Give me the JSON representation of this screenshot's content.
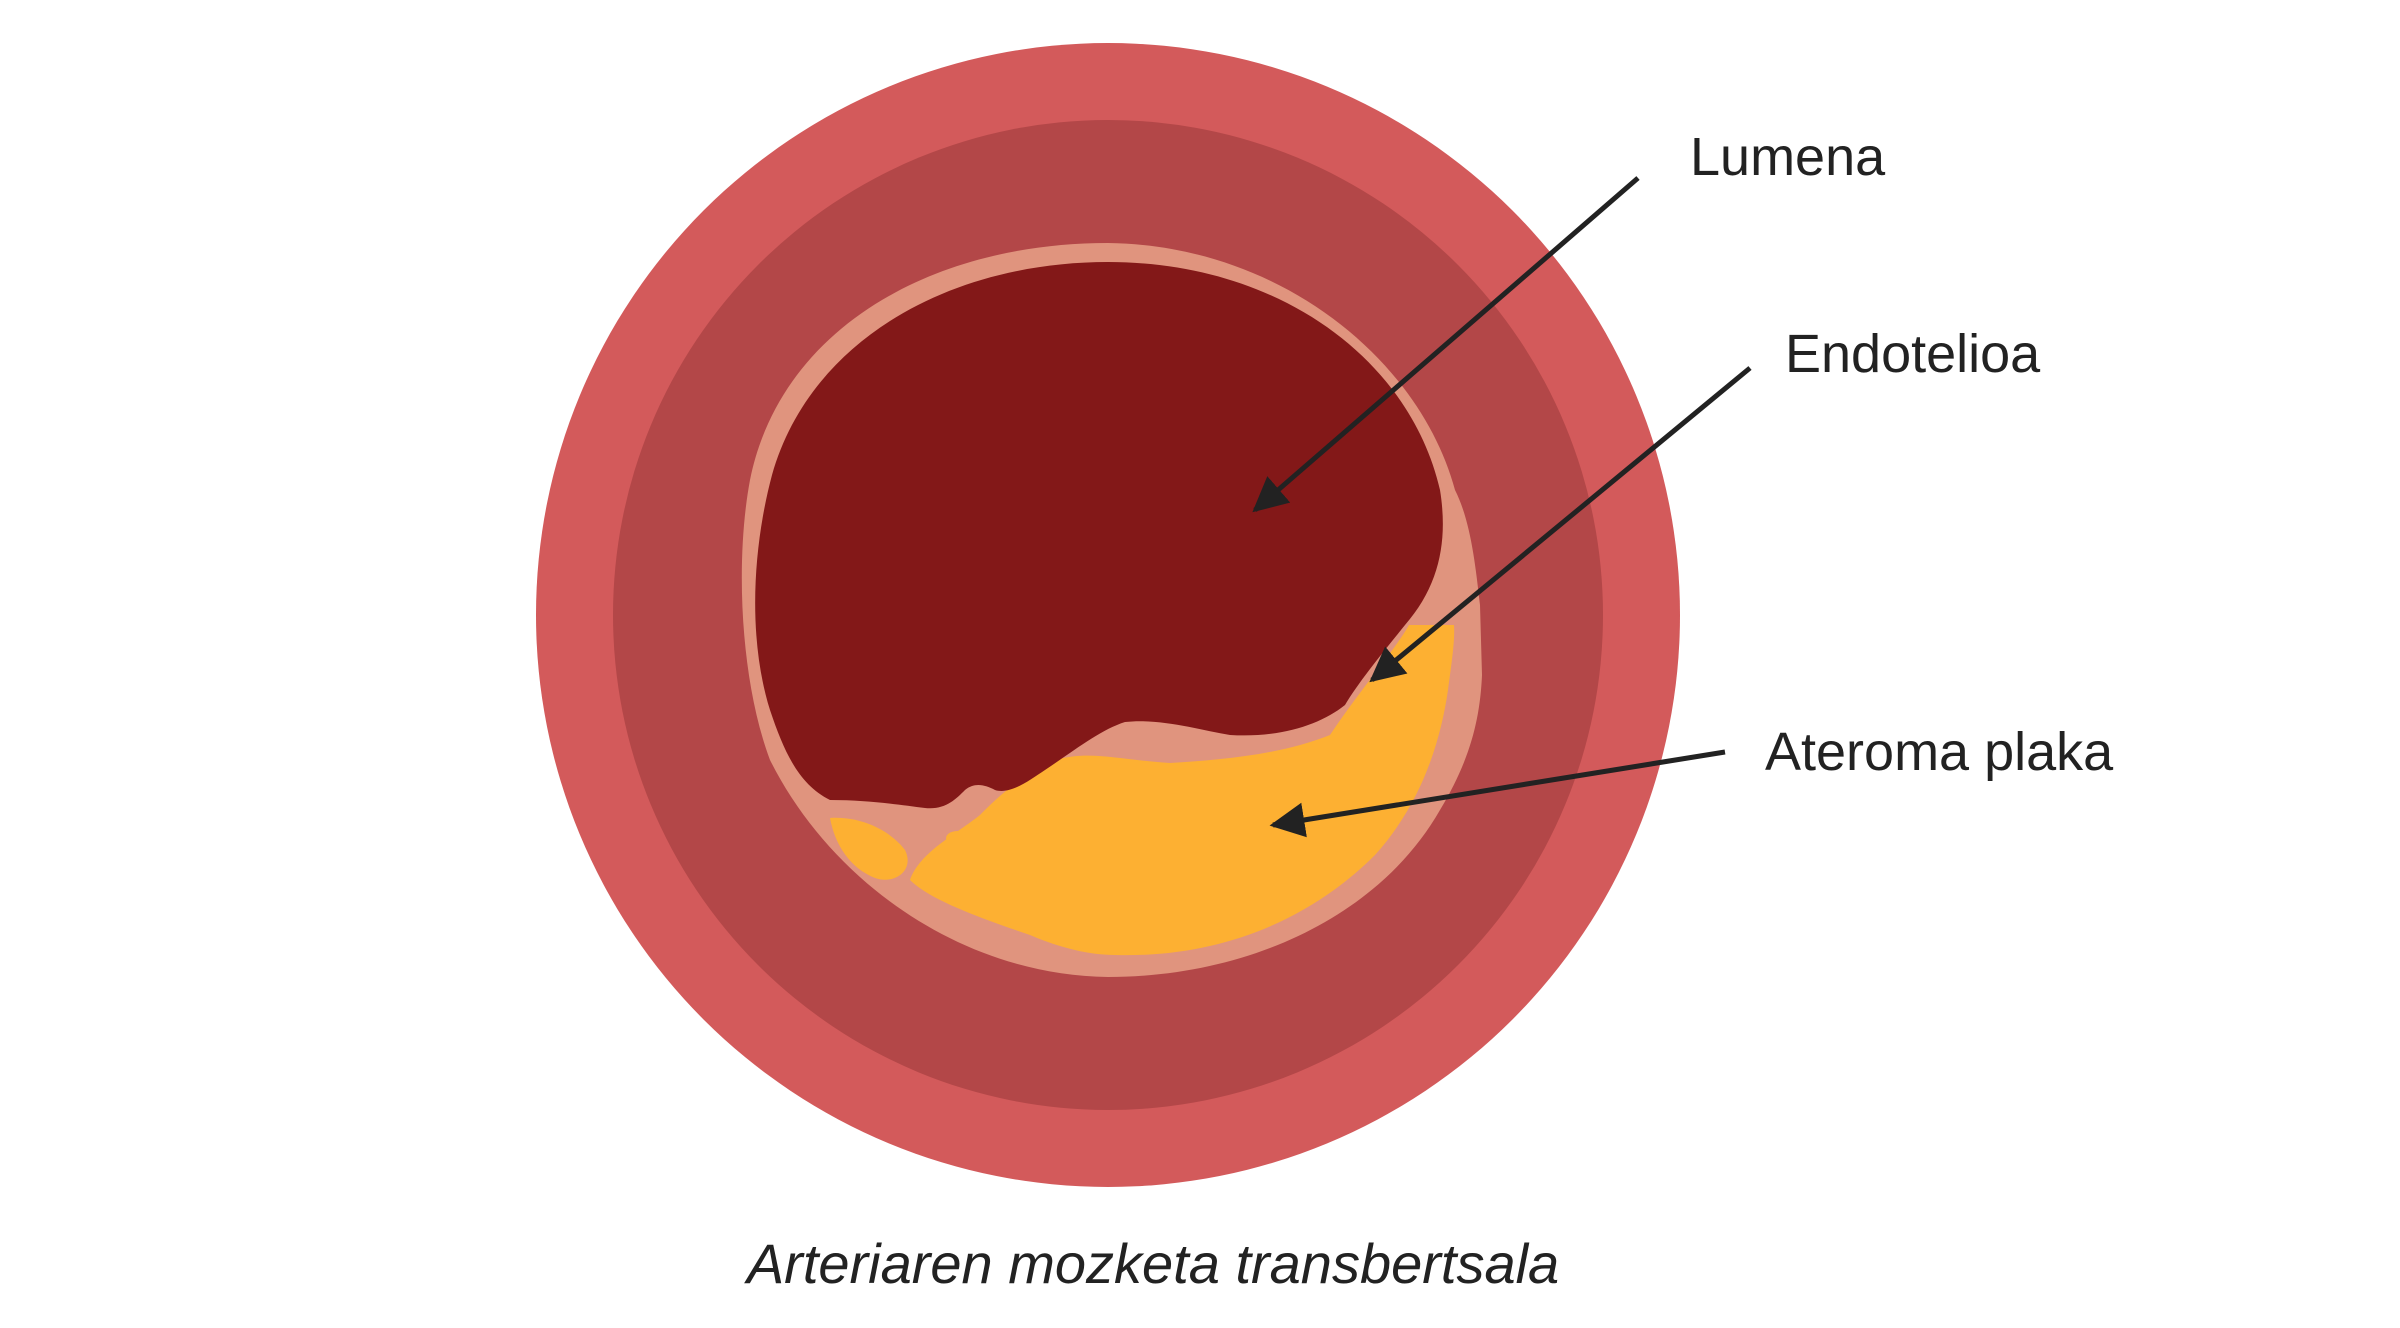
{
  "labels": {
    "lumen": "Lumena",
    "endothelium": "Endotelioa",
    "plaque": "Ateroma plaka"
  },
  "caption": "Arteriaren mozketa transbertsala",
  "colors": {
    "adventitia": "#d35a5b",
    "media": "#b34748",
    "endothelium": "#e0947e",
    "lumen": "#831818",
    "plaque": "#fdb032",
    "text": "#222222"
  }
}
